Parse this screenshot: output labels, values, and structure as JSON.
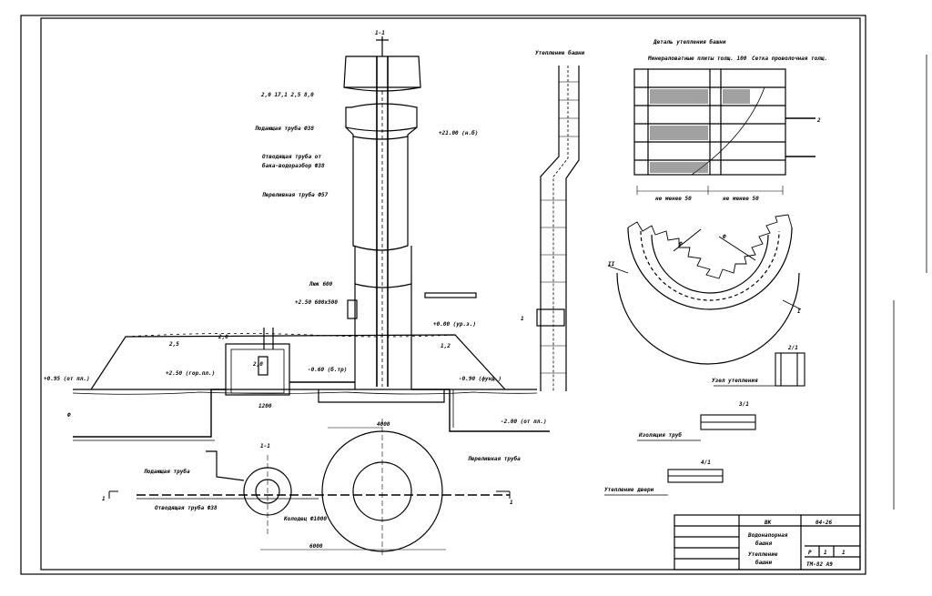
{
  "palette": {
    "ink": "#000000",
    "paper": "#ffffff"
  },
  "main_view": {
    "top_mark": "1-1",
    "top_labels": "2,0 17,1 2,5 8,0",
    "callouts": {
      "pipe_a": "Подающая труба Ф38",
      "pipe_b": "Отводящая труба от",
      "pipe_b2": "бака-водоразбор Ф38",
      "pipe_c": "Переливная труба Ф57",
      "vent": "Люк 600",
      "hatch_level": "+2.50 600x500",
      "level_right": "+21.00 (н.б)",
      "level_ground": "+0.00 (ур.з.)",
      "level_left": "+0.95 (от пл.)",
      "level_mid": "+2.50 (гор.пл.)",
      "level_pipe": "-0.60 (б.тр)",
      "level_base": "-0.90 (фунд.)",
      "level_deep": "-2.00 (от пл.)",
      "h_left": "2,5",
      "h_right": "1,2",
      "h_chamber": "2,0",
      "h_sub": "2,0",
      "dim_chamber": "1200",
      "left_tag": "Ф"
    }
  },
  "plan_view": {
    "mark": "1-1",
    "left_section": "1",
    "right_section": "1",
    "tank_dim": "4000",
    "base_dim": "6000",
    "callouts": {
      "supply": "Подающая труба",
      "drain": "Отводящая труба Ф38",
      "chamber": "Колодец Ф1000",
      "overflow": "Переливная труба"
    }
  },
  "shaft_section": {
    "title": "Утепление башни",
    "tag": "1"
  },
  "wall_detail": {
    "title": "Деталь утепления башни",
    "left_note": "Минераловатные плиты толщ. 100",
    "right_note": "Сетка проволочная толщ.",
    "dim_left": "не менее 50",
    "dim_right": "не менее 50",
    "tag": "2"
  },
  "ring_detail": {
    "left_tag": "II",
    "right_tag": "I",
    "mark_a": "Ф",
    "mark_b": "Ф"
  },
  "small_details": {
    "d1": {
      "mark": "2/1",
      "label": "Узел утепления"
    },
    "d2": {
      "mark": "3/1",
      "label": "Изоляция труб"
    },
    "d3": {
      "mark": "4/1",
      "label": "Утепление двери"
    }
  },
  "title_block": {
    "code": "ВК",
    "project_no": "04-26",
    "sheet_name_1": "Водонапорная",
    "sheet_name_2": "башня",
    "sheet_name_3": "Утепление",
    "sheet_name_4": "башни",
    "format": "ТМ-82 А9",
    "stage": "Р",
    "sheet_no": "1",
    "sheets_total": "1"
  }
}
